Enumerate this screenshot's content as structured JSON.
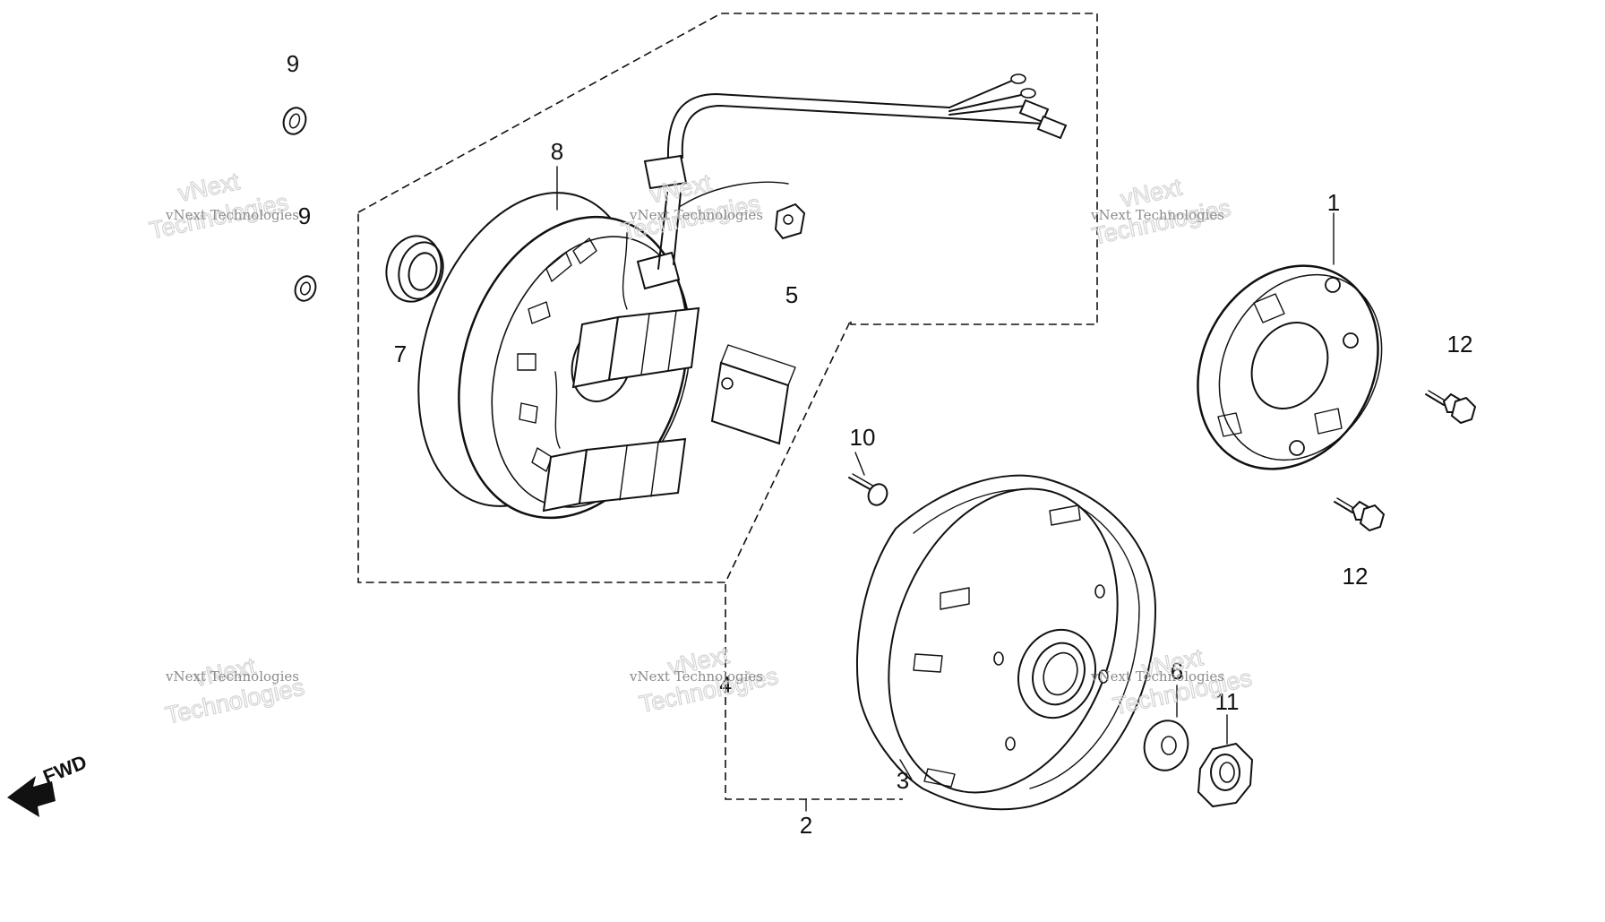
{
  "diagram": {
    "callouts": [
      {
        "id": "c1",
        "label": "1"
      },
      {
        "id": "c2",
        "label": "2"
      },
      {
        "id": "c3",
        "label": "3"
      },
      {
        "id": "c4",
        "label": "4"
      },
      {
        "id": "c5",
        "label": "5"
      },
      {
        "id": "c6",
        "label": "6"
      },
      {
        "id": "c7",
        "label": "7"
      },
      {
        "id": "c8",
        "label": "8"
      },
      {
        "id": "c9a",
        "label": "9"
      },
      {
        "id": "c9b",
        "label": "9"
      },
      {
        "id": "c10",
        "label": "10"
      },
      {
        "id": "c11",
        "label": "11"
      },
      {
        "id": "c12a",
        "label": "12"
      },
      {
        "id": "c12b",
        "label": "12"
      }
    ],
    "direction_label": "FWD"
  },
  "watermark": {
    "line1": "vNext",
    "line2": "Technologies",
    "small": "vNext Technologies"
  }
}
